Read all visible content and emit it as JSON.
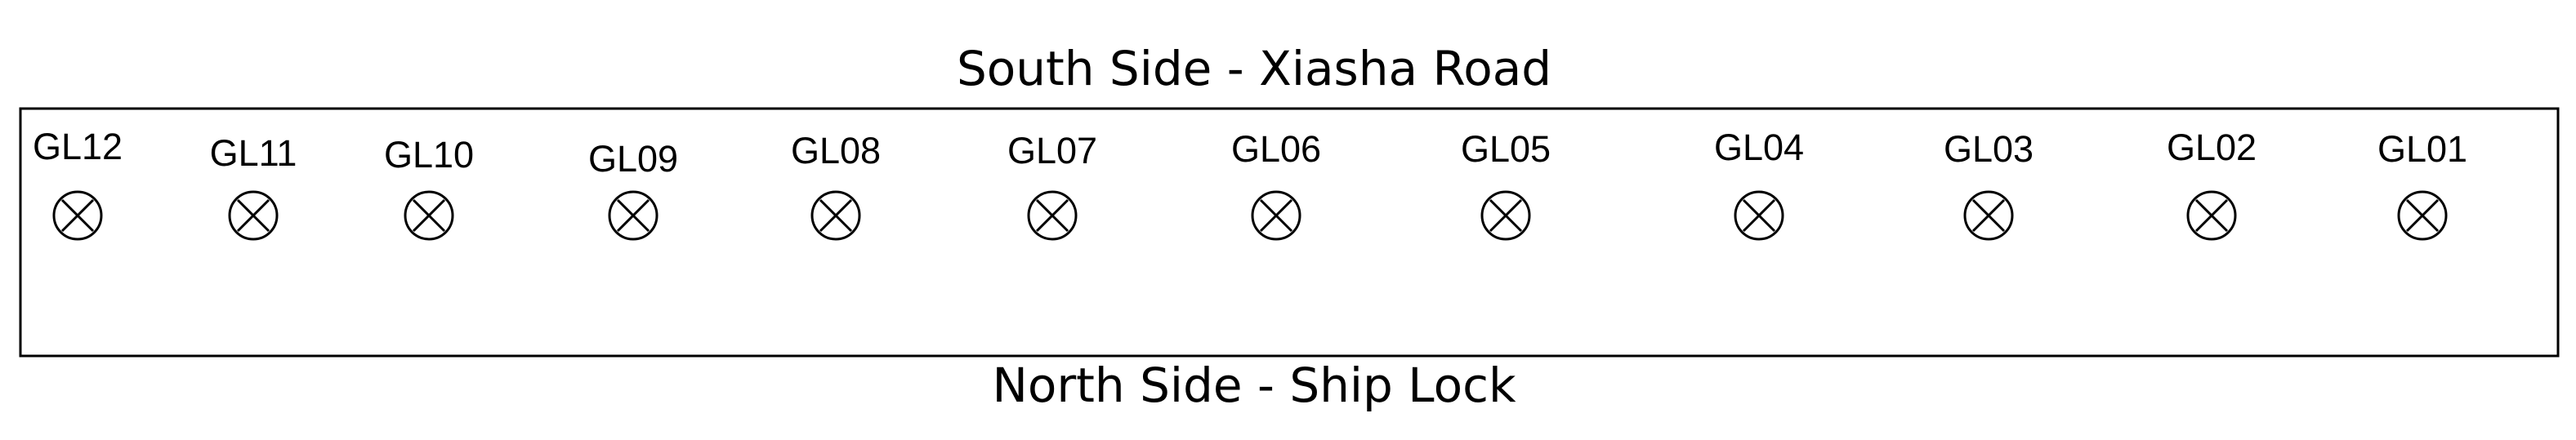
{
  "diagram": {
    "top_label": "South Side - Xiasha Road",
    "bottom_label": "North Side - Ship Lock",
    "lights": [
      {
        "label": "GL12"
      },
      {
        "label": "GL11"
      },
      {
        "label": "GL10"
      },
      {
        "label": "GL09"
      },
      {
        "label": "GL08"
      },
      {
        "label": "GL07"
      },
      {
        "label": "GL06"
      },
      {
        "label": "GL05"
      },
      {
        "label": "GL04"
      },
      {
        "label": "GL03"
      },
      {
        "label": "GL02"
      },
      {
        "label": "GL01"
      }
    ],
    "light_symbol_icon": "circle-x-lamp-icon",
    "line_color": "#000000"
  }
}
